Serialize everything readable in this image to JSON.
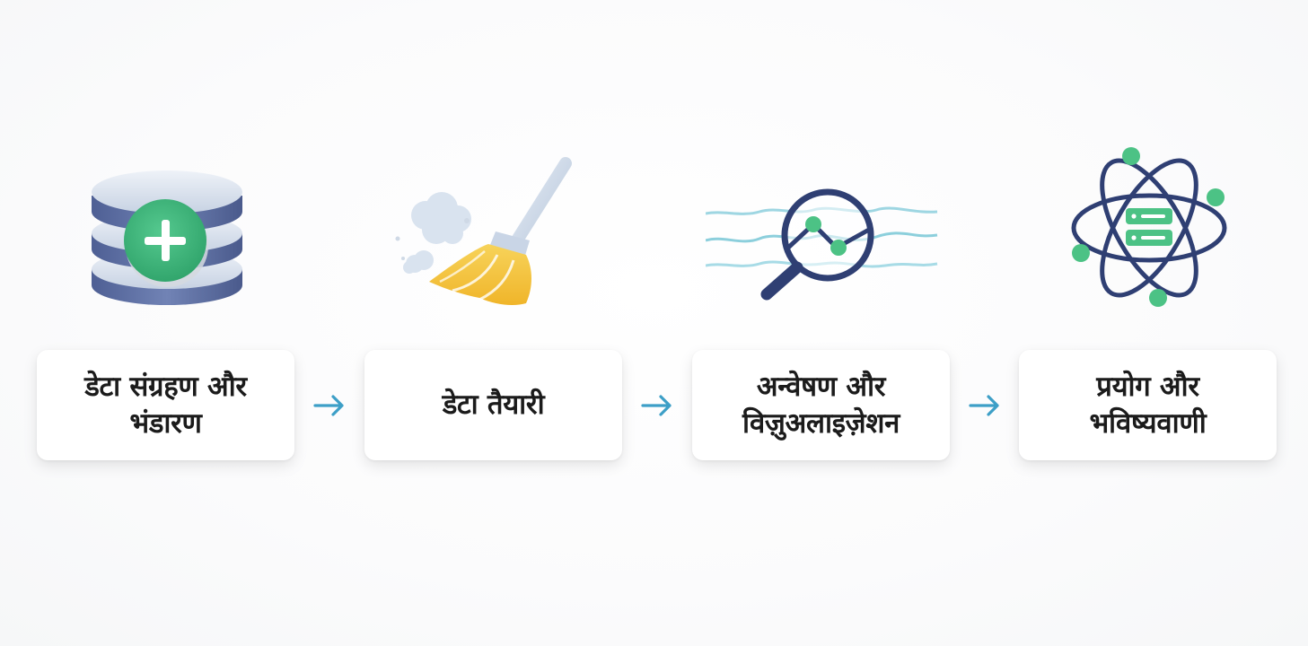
{
  "steps": [
    {
      "label": "डेटा संग्रहण और\nभंडारण",
      "icon": "database-plus-icon"
    },
    {
      "label": "डेटा तैयारी",
      "icon": "broom-icon"
    },
    {
      "label": "अन्वेषण और\nविज़ुअलाइज़ेशन",
      "icon": "magnifier-chart-icon"
    },
    {
      "label": "प्रयोग और\nभविष्यवाणी",
      "icon": "atom-server-icon"
    }
  ],
  "connector_icon": "arrow-right-icon",
  "colors": {
    "accent_green": "#3fb97e",
    "navy": "#2f3f73",
    "disk_light": "#d9e1ee",
    "arrow_teal": "#3d9fc7",
    "broom_yellow": "#f5c63c",
    "wave_teal": "#8fd0dd"
  }
}
